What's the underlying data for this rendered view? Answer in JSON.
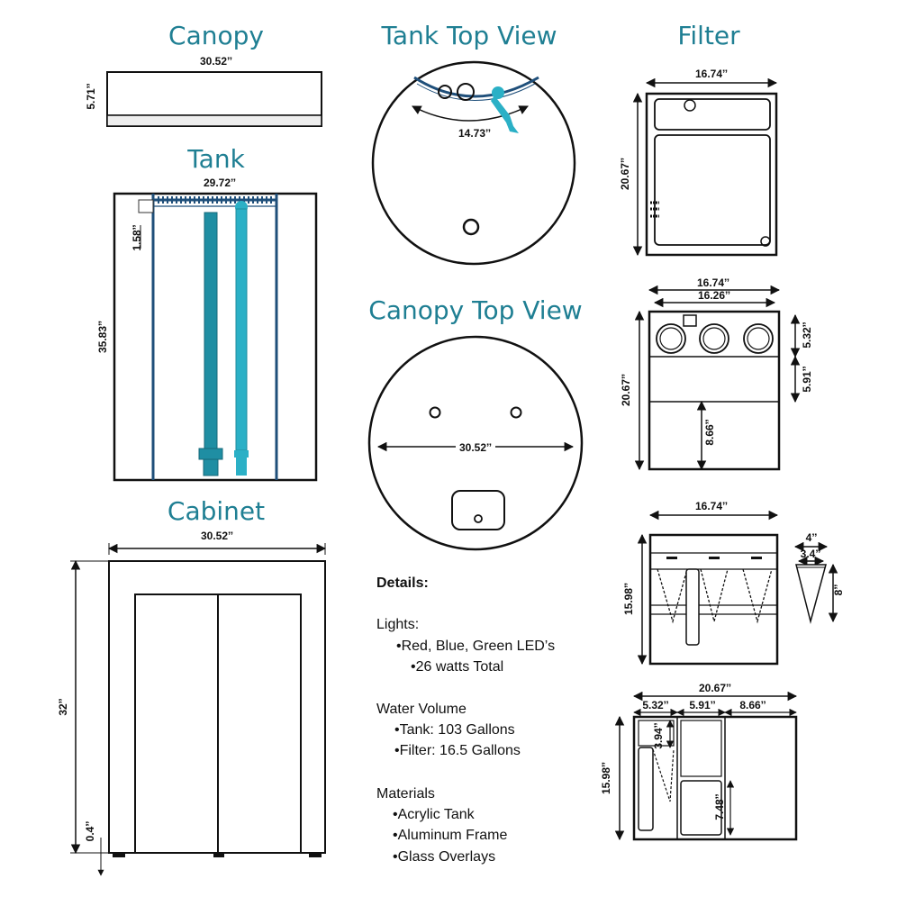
{
  "headings": {
    "canopy": "Canopy",
    "tank_top_view": "Tank Top View",
    "filter": "Filter",
    "tank": "Tank",
    "canopy_top_view": "Canopy Top View",
    "cabinet": "Cabinet"
  },
  "dims": {
    "canopy_width": "30.52ˮ",
    "canopy_height": "5.71ˮ",
    "tank_width": "29.72ˮ",
    "tank_height": "35.83ˮ",
    "tank_top_gap": "1.58ˮ",
    "tank_top_arc": "14.73ˮ",
    "canopy_top_width": "30.52ˮ",
    "cabinet_width": "30.52ˮ",
    "cabinet_height": "32ˮ",
    "cabinet_foot": "0.4ˮ",
    "filter1_width": "16.74ˮ",
    "filter1_height": "20.67ˮ",
    "filter2_width": "16.74ˮ",
    "filter2_inner_width": "16.26ˮ",
    "filter2_height": "20.67ˮ",
    "filter2_top": "5.32ˮ",
    "filter2_mid": "5.91ˮ",
    "filter2_low": "8.66ˮ",
    "filter3_width": "16.74ˮ",
    "filter3_height": "15.98ˮ",
    "cone_top": "4ˮ",
    "cone_inner": "3.4ˮ",
    "cone_height": "8ˮ",
    "filter4_total": "20.67ˮ",
    "filter4_seg1": "5.32ˮ",
    "filter4_seg2": "5.91ˮ",
    "filter4_seg3": "8.66ˮ",
    "filter4_height": "15.98ˮ",
    "filter4_inner": "3.94ˮ",
    "filter4_right": "7.48ˮ"
  },
  "details": {
    "title": "Details:",
    "lights_label": "Lights:",
    "lights_1": "•Red, Blue, Green LED’s",
    "lights_2": "•26 watts Total",
    "water_label": "Water Volume",
    "water_1": "•Tank: 103 Gallons",
    "water_2": "•Filter: 16.5 Gallons",
    "materials_label": "Materials",
    "materials_1": "•Acrylic Tank",
    "materials_2": "•Aluminum Frame",
    "materials_3": "•Glass Overlays"
  },
  "colors": {
    "heading": "#1f7f93",
    "dark_blue": "#1f4f7a",
    "teal": "#1f8ea3",
    "light_teal": "#2bb0c6"
  }
}
